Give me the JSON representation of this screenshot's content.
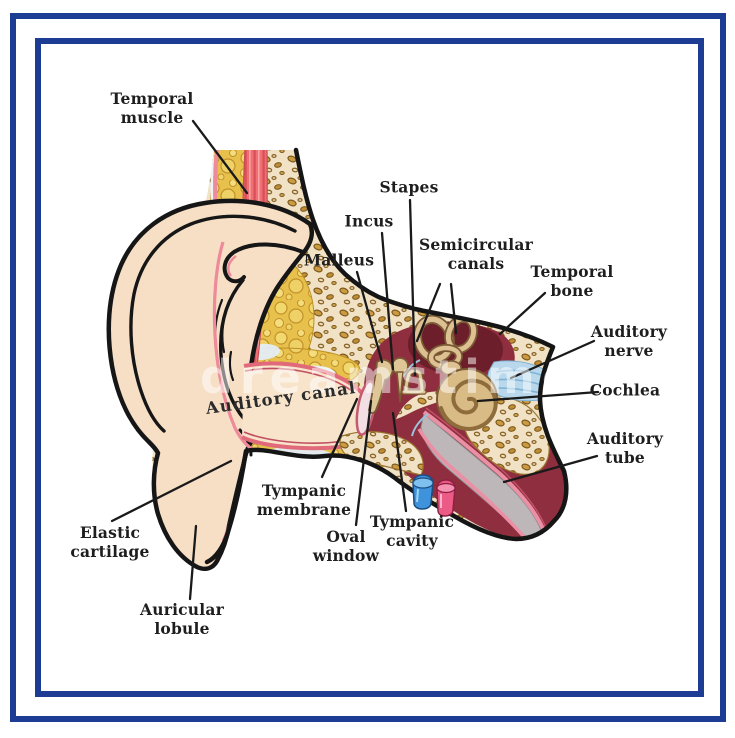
{
  "figure": {
    "watermark": "dreamstime"
  },
  "colors": {
    "frame_blue": "#1d3c94",
    "skin": "#f7dfc6",
    "bone_cream": "#f1e2c6",
    "bone_speckle": "#cb9a41",
    "fat_yellow": "#e7c14b",
    "muscle_red": "#ef6f72",
    "membrane_pink": "#e06a7a",
    "cavity_maroon": "#8e2e3e",
    "inner_ear_dark": "#6c1e2b",
    "ossicle_tan": "#dfc697",
    "nerve_blue": "#b9d8ec",
    "tube_gray": "#bdb7ba",
    "vessel_blue": "#3f93dc",
    "vessel_pink": "#ec5b85",
    "outline_black": "#151515"
  },
  "labels": [
    {
      "id": "temporal-muscle",
      "text": "Temporal muscle"
    },
    {
      "id": "stapes",
      "text": "Stapes"
    },
    {
      "id": "incus",
      "text": "Incus"
    },
    {
      "id": "malleus",
      "text": "Malleus"
    },
    {
      "id": "semicircular-canals",
      "text": "Semicircular canals"
    },
    {
      "id": "temporal-bone",
      "text": "Temporal bone"
    },
    {
      "id": "auditory-nerve",
      "text": "Auditory nerve"
    },
    {
      "id": "cochlea",
      "text": "Cochlea"
    },
    {
      "id": "auditory-tube",
      "text": "Auditory tube"
    },
    {
      "id": "auditory-canal",
      "text": "Auditory canal"
    },
    {
      "id": "tympanic-membrane",
      "text": "Tympanic membrane"
    },
    {
      "id": "oval-window",
      "text": "Oval window"
    },
    {
      "id": "tympanic-cavity",
      "text": "Tympanic cavity"
    },
    {
      "id": "elastic-cartilage",
      "text": "Elastic cartilage"
    },
    {
      "id": "auricular-lobule",
      "text": "Auricular lobule"
    }
  ]
}
